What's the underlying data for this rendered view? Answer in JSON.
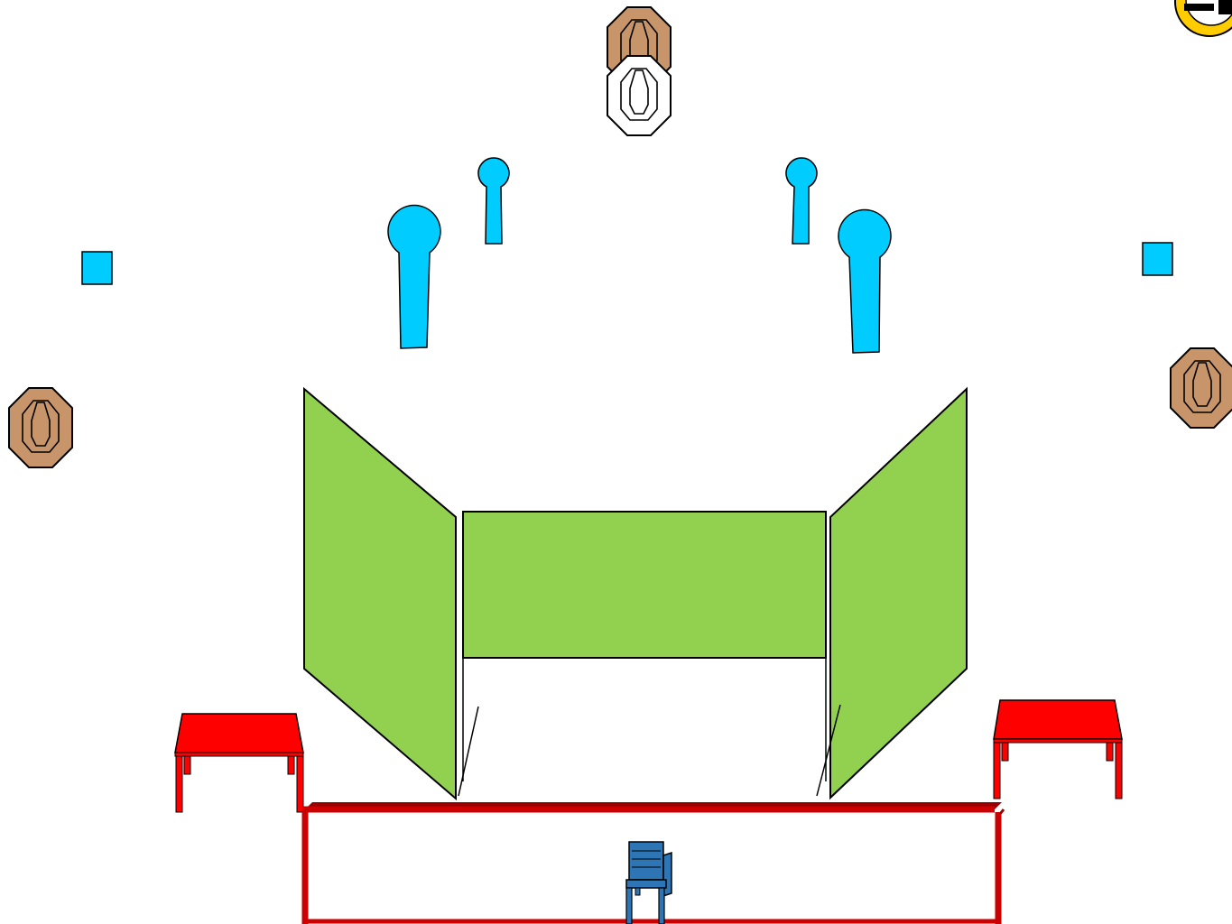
{
  "diagram": {
    "type": "shooting-stage-layout",
    "colors": {
      "background": "#ffffff",
      "paper_target": "#c8956b",
      "no_shoot_target": "#ffffff",
      "steel": "#00ccff",
      "wall": "#92d050",
      "table": "#ff0000",
      "shooting_area": "#cc0000",
      "shooting_area_shadow": "#990000",
      "chair": "#2e75b6",
      "outline": "#000000",
      "logo_ring": "#ffcc00"
    },
    "elements": {
      "paper_targets": 3,
      "no_shoot_targets": 1,
      "steel_poppers": 4,
      "steel_plates": 2,
      "walls": 3,
      "tables": 2,
      "chairs": 1,
      "shooting_areas": 1
    },
    "icons": {
      "paper_target": "paper-target-icon",
      "no_shoot": "no-shoot-target-icon",
      "popper": "steel-popper-icon",
      "plate": "steel-plate-icon",
      "table": "table-icon",
      "chair": "chair-icon",
      "logo": "logo-icon"
    }
  }
}
